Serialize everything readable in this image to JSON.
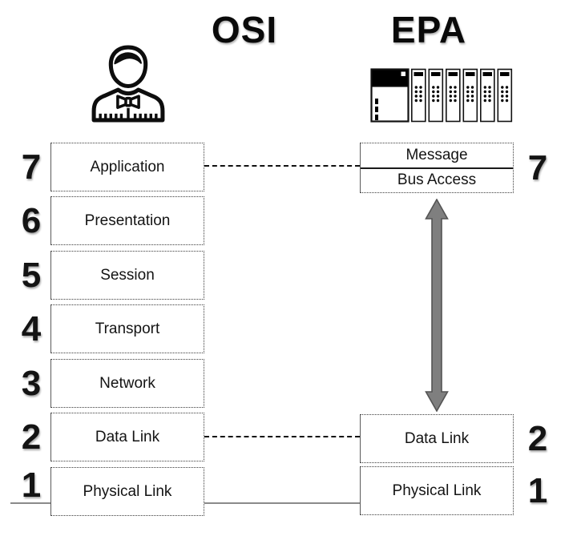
{
  "titles": {
    "osi": "OSI",
    "epa": "EPA"
  },
  "icons": {
    "osi_header": "user-icon",
    "epa_header": "plc-rack-icon"
  },
  "osi_layers": [
    {
      "num": "7",
      "label": "Application"
    },
    {
      "num": "6",
      "label": "Presentation"
    },
    {
      "num": "5",
      "label": "Session"
    },
    {
      "num": "4",
      "label": "Transport"
    },
    {
      "num": "3",
      "label": "Network"
    },
    {
      "num": "2",
      "label": "Data Link"
    },
    {
      "num": "1",
      "label": "Physical Link"
    }
  ],
  "epa_layers": {
    "top": {
      "num": "7",
      "rows": [
        "Message",
        "Bus Access"
      ]
    },
    "data_link": {
      "num": "2",
      "label": "Data Link"
    },
    "physical": {
      "num": "1",
      "label": "Physical Link"
    }
  },
  "connectors": {
    "application_to_message": "dashed",
    "datalink_to_datalink": "dashed",
    "physical_bus_line": "solid",
    "vertical_arrow": "double-headed"
  },
  "colors": {
    "arrow_fill": "#7f7f7f",
    "arrow_border": "#545454",
    "bus_line": "#8a8a8a",
    "box_border": "#3c3c3c",
    "text": "#141414"
  }
}
